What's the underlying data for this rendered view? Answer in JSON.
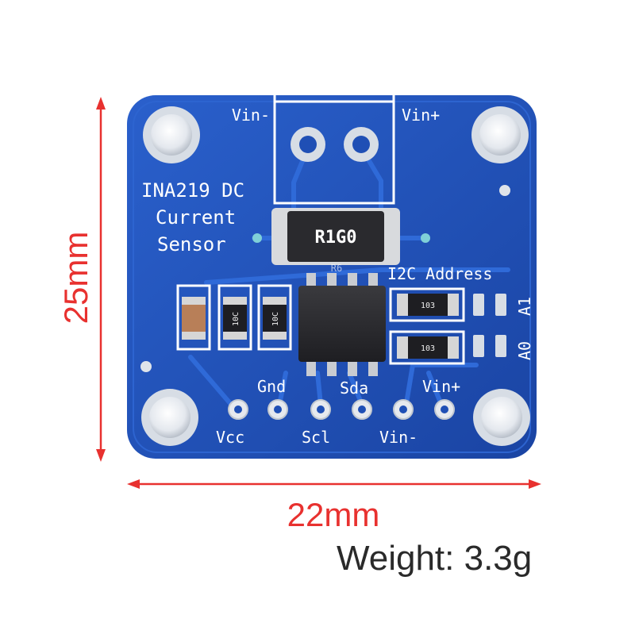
{
  "dimensions": {
    "height": "25mm",
    "width": "22mm"
  },
  "weight": "Weight: 3.3g",
  "colors": {
    "pcb": "#1f4fb5",
    "dimension_lines": "#e8312f",
    "silkscreen": "#ffffff"
  },
  "board": {
    "title_line1": "INA219 DC",
    "title_line2": "Current",
    "title_line3": "Sensor",
    "vin_minus_top": "Vin-",
    "vin_plus_top": "Vin+",
    "shunt_marking": "R1G0",
    "shunt_ref": "R6",
    "i2c_address": "I2C Address",
    "a1": "A1",
    "a0": "A0",
    "header_top_labels": [
      "Gnd",
      "Sda",
      "Vin+"
    ],
    "header_bottom_labels": [
      "Vcc",
      "Scl",
      "Vin-"
    ],
    "resistor_marking_1": "10C",
    "resistor_marking_2": "10C",
    "addr_res_marking_1": "103",
    "addr_res_marking_2": "103"
  }
}
